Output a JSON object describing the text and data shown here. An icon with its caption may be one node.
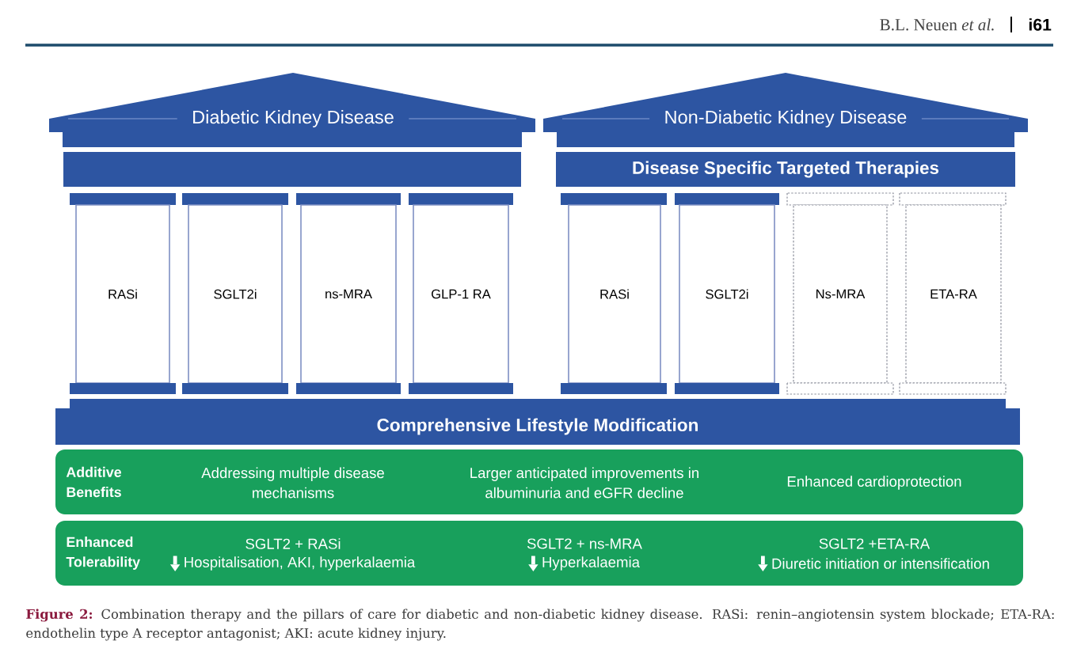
{
  "diagram": {
    "caption": "**Figure 2:** Combination therapy and the pillars of care for diabetic and non-diabetic kidney disease. RASi: renin–angiotensin system blockade; ETA-RA: endothelin type A receptor antagonist; AKI: acute kidney injury.",
    "nodes": [
      {
        "text": [
          "Diabetic Kidney Disease"
        ]
      },
      {
        "text": [
          "Non-Diabetic Kidney Disease"
        ]
      },
      {
        "text": [],
        "shape": "bar"
      },
      {
        "text": [
          "Disease Specific Targeted Therapies"
        ]
      },
      {
        "text": [
          "RASi"
        ]
      },
      {
        "text": [
          "SGLT2i"
        ]
      },
      {
        "text": [
          "ns-MRA"
        ]
      },
      {
        "text": [
          "GLP-1 RA"
        ]
      },
      {
        "text": [
          "RASi"
        ]
      },
      {
        "text": [
          "SGLT2i"
        ]
      },
      {
        "text": [
          "Ns-MRA"
        ]
      },
      {
        "text": [
          "ETA-RA"
        ]
      },
      {
        "text": [
          "Comprehensive Lifestyle Modification"
        ]
      },
      {
        "text": [
          "Additive Benefits",
          "Addressing multiple disease mechanisms",
          "Larger anticipated improvements in albuminuria and eGFR decline",
          "Enhanced cardioprotection"
        ]
      },
      {
        "text": [
          "Enhanced Tolerability",
          "SGLT2 + RASi",
          "Hospitalisation, AKI, hyperkalaemia",
          "SGLT2 + ns-MRA",
          "Hyperkalaemia",
          "SGLT2 +ETA-RA",
          "Diuretic initiation or intensification"
        ]
      }
    ],
    "labels": [
      "B.L. Neuen *et al.*",
      "i61"
    ]
  }
}
